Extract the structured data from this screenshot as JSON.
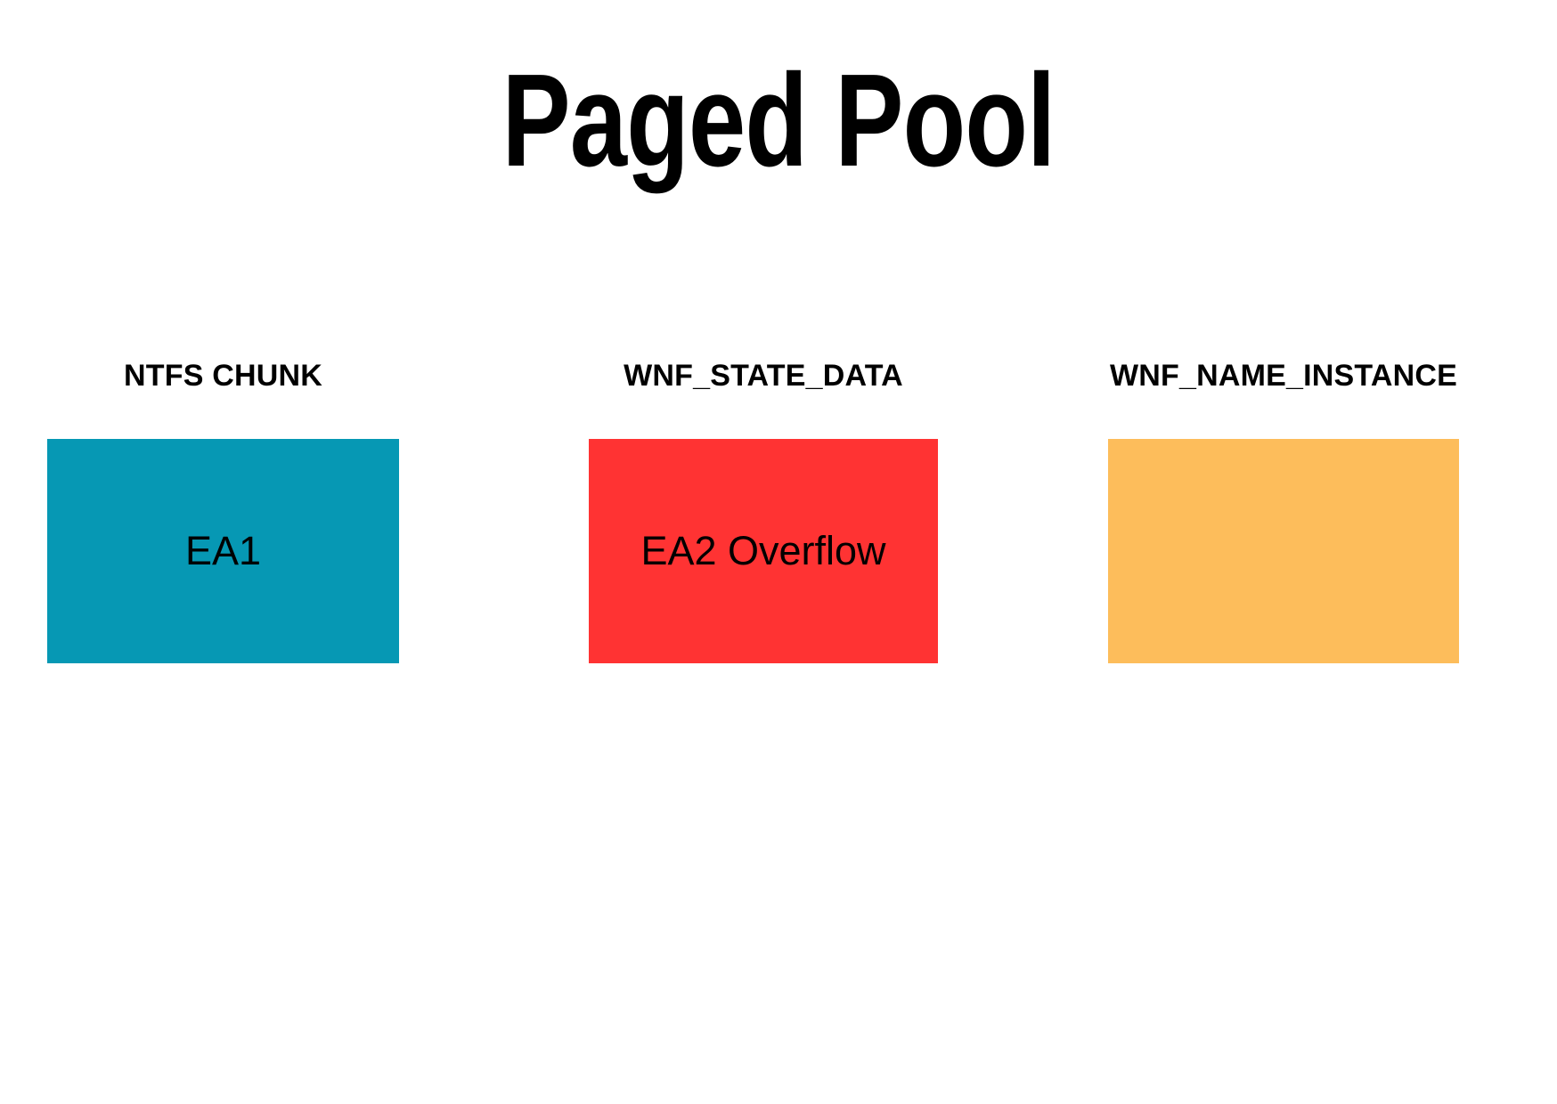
{
  "page": {
    "background_color": "#ffffff",
    "title": "Paged Pool"
  },
  "blocks": [
    {
      "id": "ntfs-chunk",
      "label": "NTFS CHUNK",
      "text": "EA1",
      "color": "#0698b4"
    },
    {
      "id": "wnf-state-data",
      "label": "WNF_STATE_DATA",
      "text": "EA2 Overflow",
      "color": "#ff3333"
    },
    {
      "id": "wnf-name-instance",
      "label": "WNF_NAME_INSTANCE",
      "text": "",
      "color": "#fdbd5b"
    }
  ]
}
